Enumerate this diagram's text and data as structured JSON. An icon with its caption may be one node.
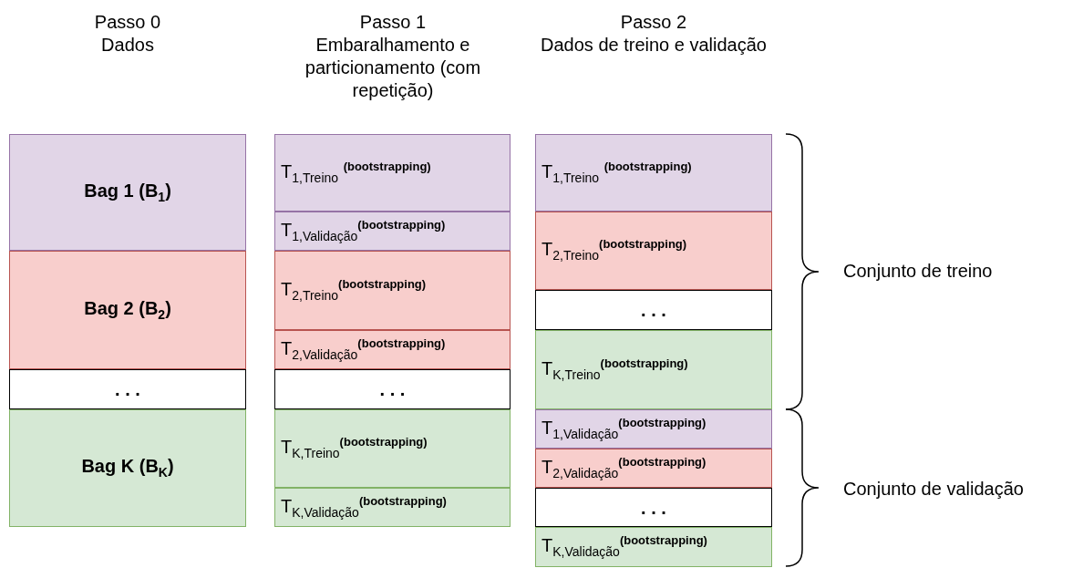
{
  "diagram": {
    "nodes": [
      {
        "text": [
          "Bag 1 (B$_{1}$)"
        ]
      },
      {
        "text": [
          "Bag 2 (B$_{2}$)"
        ]
      },
      {
        "text": [
          ". . ."
        ]
      },
      {
        "text": [
          "Bag K (B$_{K}$)"
        ]
      },
      {
        "text": [
          "T$_{1,Treino}$ $^{(bootstrapping)}$"
        ]
      },
      {
        "text": [
          "T$_{1,Validação}$$^{(bootstrapping)}$"
        ]
      },
      {
        "text": [
          "T$_{2,Treino}$$^{(bootstrapping)}$"
        ]
      },
      {
        "text": [
          "T$_{2,Validação}$$^{(bootstrapping)}$"
        ]
      },
      {
        "text": [
          ". . ."
        ]
      },
      {
        "text": [
          "T$_{K,Treino}$$^{(bootstrapping)}$"
        ]
      },
      {
        "text": [
          "T$_{K,Validação}$$^{(bootstrapping)}$"
        ]
      },
      {
        "text": [
          "T$_{1,Treino}$ $^{(bootstrapping)}$"
        ]
      },
      {
        "text": [
          "T$_{2,Treino}$$^{(bootstrapping)}$"
        ]
      },
      {
        "text": [
          ". . ."
        ]
      },
      {
        "text": [
          "T$_{K,Treino}$$^{(bootstrapping)}$"
        ]
      },
      {
        "text": [
          "T$_{1,Validação}$$^{(bootstrapping)}$"
        ]
      },
      {
        "text": [
          "T$_{2,Validação}$$^{(bootstrapping)}$"
        ]
      },
      {
        "text": [
          ". . ."
        ]
      },
      {
        "text": [
          "T$_{K,Validação}$$^{(bootstrapping)}$"
        ]
      }
    ],
    "edges": [],
    "labels": [
      "Passo 0",
      "Dados",
      "Passo 1",
      "Embaralhamento e particionamento (com repetição)",
      "Passo 2",
      "Dados de treino e validação",
      "Conjunto de treino",
      "Conjunto de validação"
    ]
  }
}
